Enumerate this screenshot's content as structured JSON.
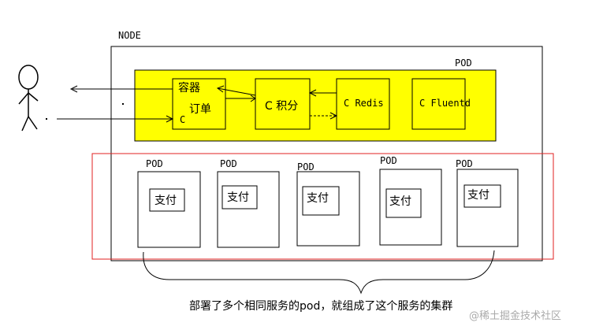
{
  "node": {
    "label": "NODE"
  },
  "top_pod": {
    "label": "POD",
    "fill_color": "#ffff00",
    "containers": [
      {
        "lines": [
          "容器",
          "订单",
          "C"
        ]
      },
      {
        "lines": [
          "C 积分"
        ]
      },
      {
        "lines": [
          "C Redis"
        ]
      },
      {
        "lines": [
          "C Fluentd"
        ]
      }
    ]
  },
  "cluster": {
    "border_color": "#e02020",
    "pods": [
      {
        "label": "POD",
        "container": "支付"
      },
      {
        "label": "POD",
        "container": "支付"
      },
      {
        "label": "POD",
        "container": "支付"
      },
      {
        "label": "POD",
        "container": "支付"
      },
      {
        "label": "POD",
        "container": "支付"
      }
    ],
    "caption": "部署了多个相同服务的pod，就组成了这个服务的集群"
  },
  "watermark": "@稀土掘金技术社区"
}
